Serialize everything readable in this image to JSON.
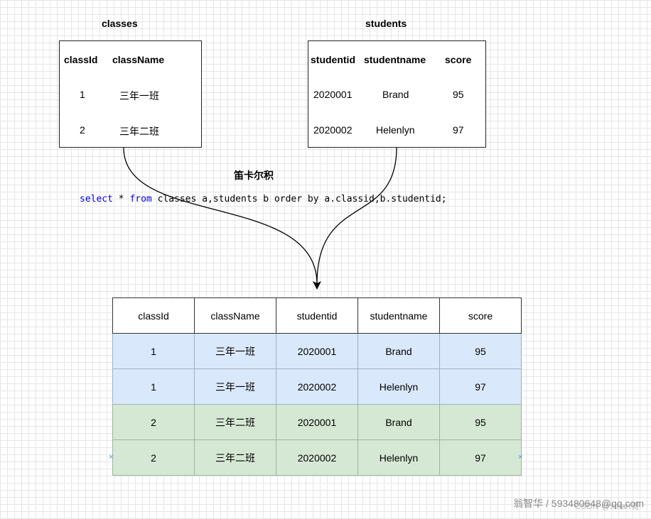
{
  "classes_table": {
    "title": "classes",
    "headers": [
      "classId",
      "className"
    ],
    "rows": [
      [
        "1",
        "三年一班"
      ],
      [
        "2",
        "三年二班"
      ]
    ]
  },
  "students_table": {
    "title": "students",
    "headers": [
      "studentid",
      "studentname",
      "score"
    ],
    "rows": [
      [
        "2020001",
        "Brand",
        "95"
      ],
      [
        "2020002",
        "Helenlyn",
        "97"
      ]
    ]
  },
  "operation_label": "笛卡尔积",
  "sql": {
    "kw_select": "select",
    "part1": " * ",
    "kw_from": "from",
    "part2": " classes a,students b order by a.classid,b.studentid;"
  },
  "result_table": {
    "headers": [
      "classId",
      "className",
      "studentid",
      "studentname",
      "score"
    ],
    "rows": [
      [
        "1",
        "三年一班",
        "2020001",
        "Brand",
        "95"
      ],
      [
        "1",
        "三年一班",
        "2020002",
        "Helenlyn",
        "97"
      ],
      [
        "2",
        "三年二班",
        "2020001",
        "Brand",
        "95"
      ],
      [
        "2",
        "三年二班",
        "2020002",
        "Helenlyn",
        "97"
      ]
    ],
    "row_colors": [
      "#dae8fc",
      "#dae8fc",
      "#d5e8d4",
      "#d5e8d4"
    ]
  },
  "watermark": {
    "author": "翁智华 / 593480648@qq.com",
    "csdn": "CSDN @smart哥"
  }
}
